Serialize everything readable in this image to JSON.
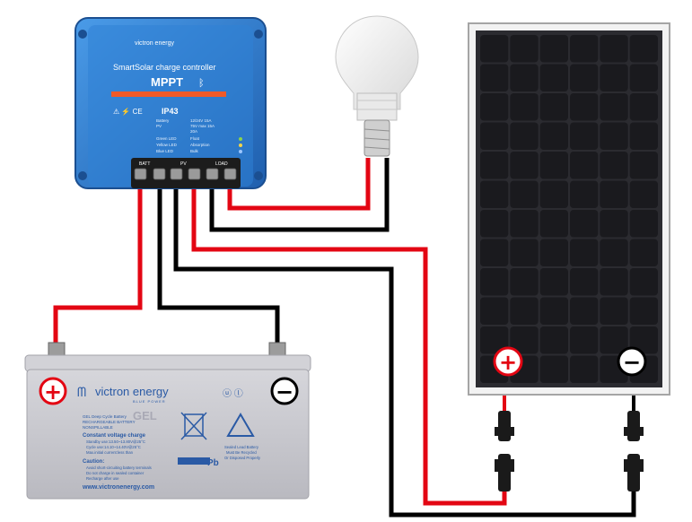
{
  "controller": {
    "brand": "victron energy",
    "title": "SmartSolar charge controller",
    "model": "MPPT",
    "rating": "IP43",
    "spec_rows": [
      {
        "label": "Battery",
        "value": "12/24V 15A"
      },
      {
        "label": "PV",
        "value": "75V max 15A"
      },
      {
        "label": "",
        "value": "20A"
      },
      {
        "label": "Green LED",
        "value": "Float"
      },
      {
        "label": "Yellow LED",
        "value": "Absorption"
      },
      {
        "label": "Blue LED",
        "value": "Bulk"
      }
    ],
    "terminal_labels": [
      "BATT",
      "PV",
      "LOAD"
    ]
  },
  "battery": {
    "brand": "victron energy",
    "tagline": "BLUE POWER",
    "type": "GEL",
    "info_lines": [
      "GEL Deep Cycle Battery",
      "RECHARGEABLE BATTERY",
      "NONSPILLABLE"
    ],
    "charge_heading": "Constant voltage charge",
    "charge_lines": [
      "Standby use:13.50~13.80V@25°C",
      "Cycle use:14.10~14.40V@25°C",
      "Max.initial current:less than"
    ],
    "caution_heading": "Caution:",
    "caution_lines": [
      "Avoid short-circuiting battery terminals",
      "Do not charge in sealed container",
      "Recharge after use"
    ],
    "website": "www.victronenergy.com",
    "chem": "Pb",
    "recycle_lines": [
      "Sealed Lead Battery",
      "Must Be Recycled",
      "Or Disposed Properly"
    ],
    "plus_symbol": "+",
    "minus_symbol": "−"
  },
  "panel": {
    "plus_symbol": "+",
    "minus_symbol": "−"
  },
  "colors": {
    "positive_wire": "#e30613",
    "negative_wire": "#000000",
    "controller_blue": "#2a78cf",
    "controller_stripe": "#f05a28",
    "battery_body": "#c9c9cf",
    "panel_cell": "#1a1a1e"
  }
}
